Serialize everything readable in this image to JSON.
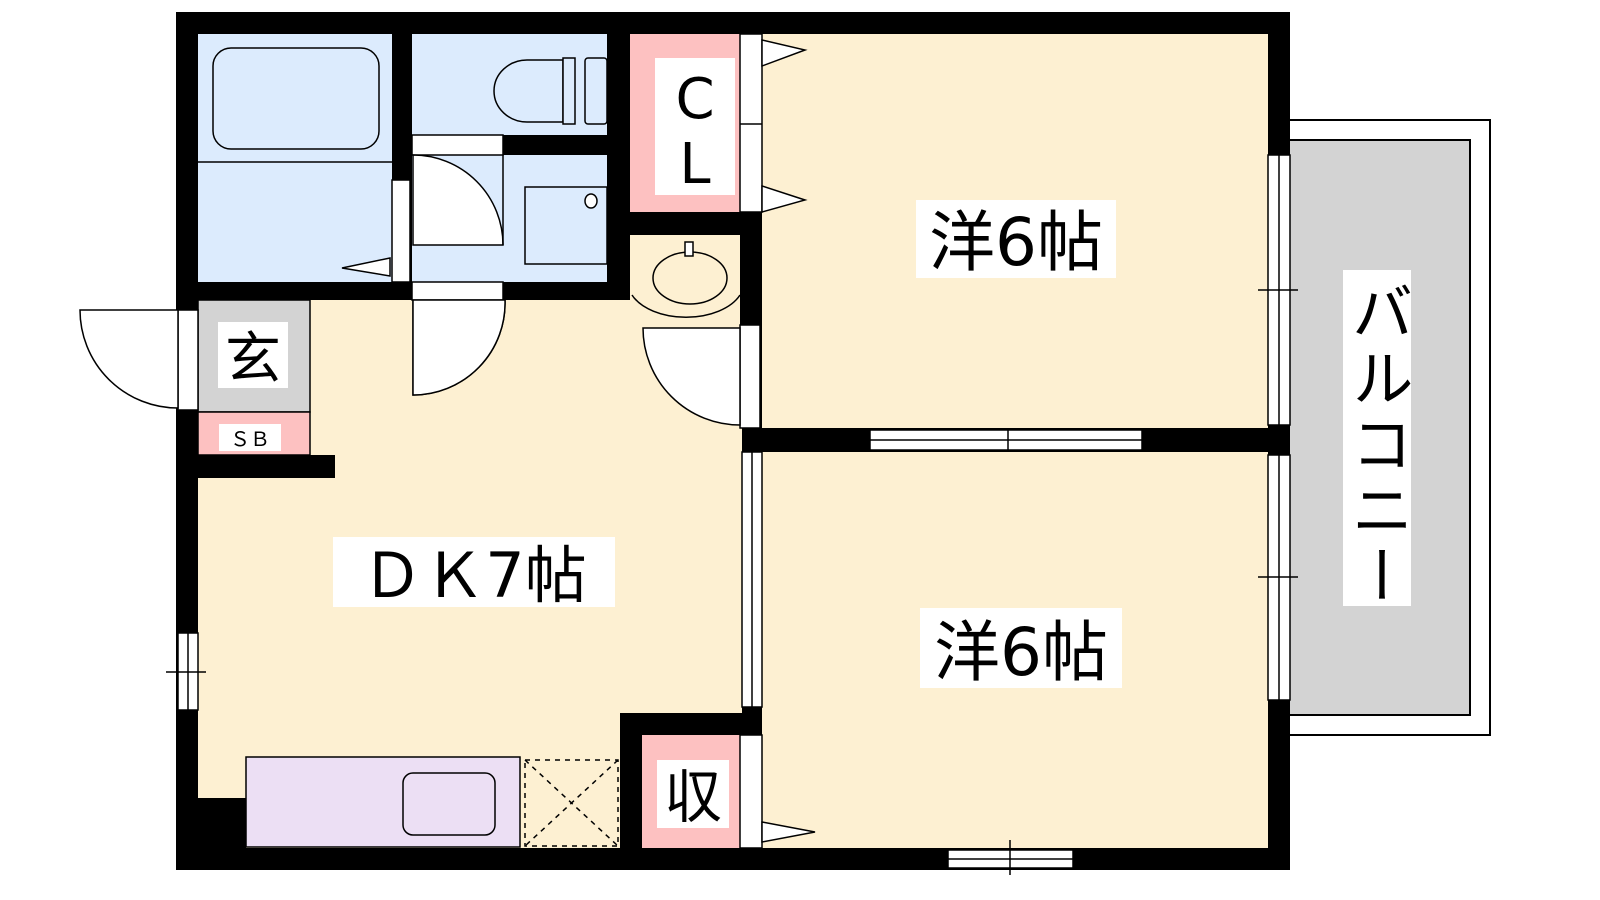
{
  "floorplan": {
    "rooms": {
      "western_room_upper": "洋6帖",
      "western_room_lower": "洋6帖",
      "dining_kitchen": "ＤＫ7帖",
      "entrance": "玄",
      "shoe_box": "ＳＢ",
      "closet_c": "C",
      "closet_l": "L",
      "storage": "収",
      "balcony": "バルコニー"
    },
    "colors": {
      "wall": "#000000",
      "room_floor": "#fdf0d2",
      "wet_area": "#dcebfd",
      "storage": "#fdc1c1",
      "entrance": "#d3d3d3",
      "kitchen": "#ecdff4",
      "balcony": "#d3d3d3"
    }
  }
}
